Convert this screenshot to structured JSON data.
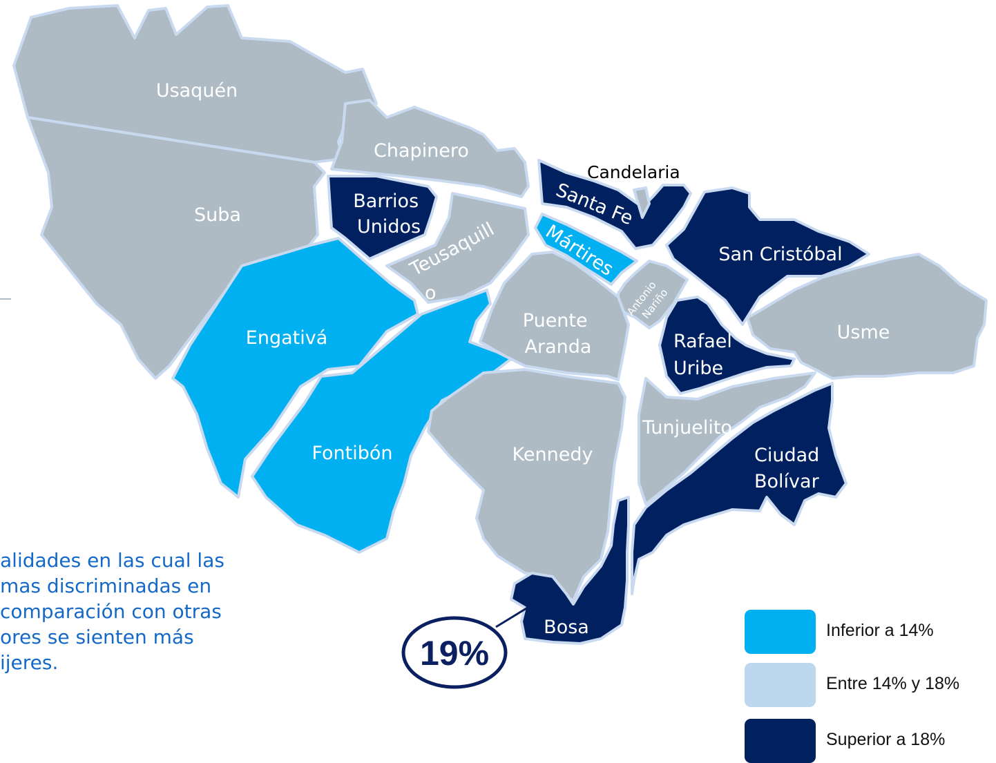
{
  "colors": {
    "inferior": "#00b0f0",
    "entre": "#aebbc4",
    "superior": "#002060",
    "legend_entre": "#bdd7ee",
    "note_text": "#1469c8"
  },
  "regions": {
    "usaquen": {
      "label": "Usaquén",
      "level": "entre"
    },
    "suba": {
      "label": "Suba",
      "level": "entre"
    },
    "chapinero": {
      "label": "Chapinero",
      "level": "entre"
    },
    "barrios_unidos": {
      "label": [
        "Barrios",
        "Unidos"
      ],
      "level": "superior"
    },
    "teusaquillo": {
      "label": [
        "Teusaquill",
        "o"
      ],
      "level": "entre"
    },
    "engativa": {
      "label": "Engativá",
      "level": "inferior"
    },
    "fontibon": {
      "label": "Fontibón",
      "level": "inferior"
    },
    "santa_fe": {
      "label": "Santa Fe",
      "level": "superior"
    },
    "candelaria": {
      "label": "Candelaria",
      "level": "entre"
    },
    "martires": {
      "label": "Mártires",
      "level": "inferior"
    },
    "antonio_narino": {
      "label": [
        "Antonio",
        "Nariño"
      ],
      "level": "entre"
    },
    "san_cristobal": {
      "label": "San Cristóbal",
      "level": "superior"
    },
    "puente_aranda": {
      "label": [
        "Puente",
        "Aranda"
      ],
      "level": "entre"
    },
    "rafael_uribe": {
      "label": [
        "Rafael",
        "Uribe"
      ],
      "level": "superior"
    },
    "usme": {
      "label": "Usme",
      "level": "entre"
    },
    "kennedy": {
      "label": "Kennedy",
      "level": "entre"
    },
    "tunjuelito": {
      "label": "Tunjuelito",
      "level": "entre"
    },
    "ciudad_bolivar": {
      "label": [
        "Ciudad",
        "Bolívar"
      ],
      "level": "superior"
    },
    "bosa": {
      "label": "Bosa",
      "level": "superior"
    }
  },
  "callout": {
    "region": "Bosa",
    "value": "19%"
  },
  "legend": [
    {
      "label": "Inferior a 14%",
      "level": "inferior"
    },
    {
      "label": "Entre 14% y 18%",
      "level": "entre"
    },
    {
      "label": "Superior a 18%",
      "level": "superior"
    }
  ],
  "note_lines": [
    "alidades en las cual las",
    "mas discriminadas en",
    "comparación con otras",
    "ores se sienten más",
    "ijeres."
  ]
}
